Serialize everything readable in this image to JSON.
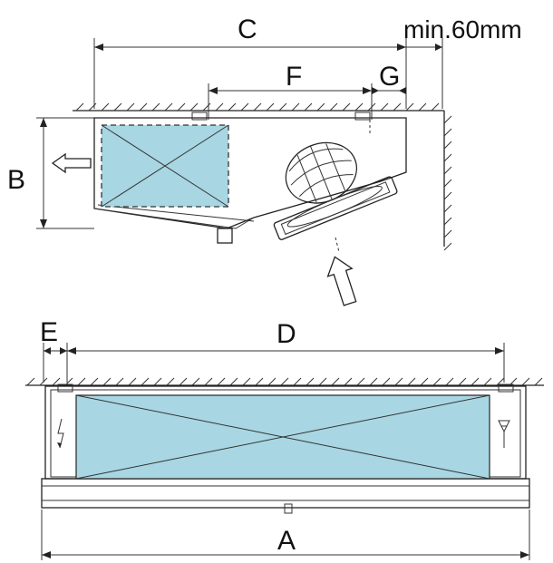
{
  "labels": {
    "A": "A",
    "B": "B",
    "C": "C",
    "D": "D",
    "E": "E",
    "F": "F",
    "G": "G",
    "clearance": "min.60mm"
  },
  "colors": {
    "coil_fill": "#a8d6e3",
    "line": "#222222"
  },
  "icons": {
    "airflow_out": "arrow-left-icon",
    "airflow_in": "arrow-up-icon",
    "electrical": "lightning-icon",
    "drain": "funnel-icon"
  }
}
